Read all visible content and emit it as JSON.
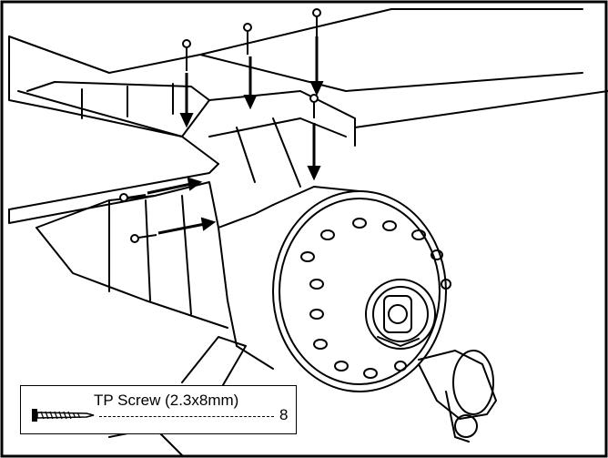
{
  "illustration": {
    "icon": "airplane-nose-assembly-illustration",
    "screw_icon": "tp-screw-icon"
  },
  "parts_callout": {
    "label": "TP Screw (2.3x8mm)",
    "quantity": "8"
  }
}
